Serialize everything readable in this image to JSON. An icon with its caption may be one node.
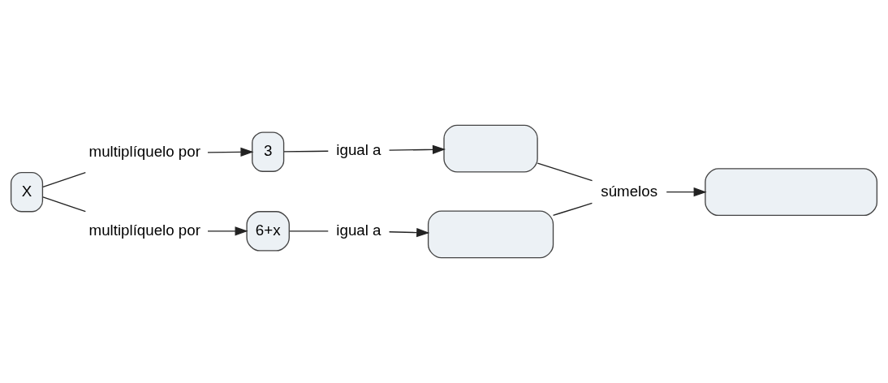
{
  "diagram": {
    "nodes": [
      {
        "text": [
          "3"
        ]
      },
      {
        "text": [
          "igual a"
        ]
      },
      {
        "text": [],
        "shape": "box"
      },
      {
        "text": [
          "multiplíquelo por"
        ]
      },
      {
        "text": [
          "X"
        ]
      },
      {
        "text": [
          "súmelos"
        ]
      },
      {
        "text": [],
        "shape": "box"
      },
      {
        "text": [
          "multiplíquelo por"
        ]
      },
      {
        "text": [
          "6+x"
        ]
      },
      {
        "text": [
          "igual a"
        ]
      },
      {
        "text": [],
        "shape": "box"
      }
    ],
    "edges": [
      {
        "from": 4,
        "to": 3,
        "arrow": "none"
      },
      {
        "from": 3,
        "to": 0,
        "arrow": "to"
      },
      {
        "from": 0,
        "to": 1,
        "arrow": "none"
      },
      {
        "from": 1,
        "to": 2,
        "arrow": "to"
      },
      {
        "from": 4,
        "to": 7,
        "arrow": "none"
      },
      {
        "from": 7,
        "to": 8,
        "arrow": "to"
      },
      {
        "from": 8,
        "to": 9,
        "arrow": "none"
      },
      {
        "from": 9,
        "to": 10,
        "arrow": "to"
      },
      {
        "from": 2,
        "to": 5,
        "arrow": "none"
      },
      {
        "from": 10,
        "to": 5,
        "arrow": "none"
      },
      {
        "from": 5,
        "to": 6,
        "arrow": "to"
      }
    ]
  }
}
